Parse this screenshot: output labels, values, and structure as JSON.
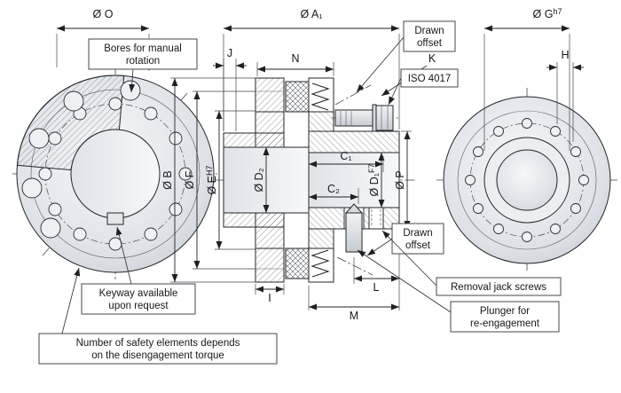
{
  "title": "Safety coupling technical drawing",
  "colors": {
    "line": "#23262a",
    "metal_light": "#f3f5f7",
    "metal_dark": "#c7ccd2",
    "hatch": "#5f656c",
    "background": "#ffffff"
  },
  "dims": {
    "o": "Ø O",
    "a1": "Ø A₁",
    "g_base": "Ø G",
    "g_sup": "h7",
    "b": "Ø B",
    "f": "Ø F",
    "e_base": "Ø E",
    "e_sup": "H7",
    "d2": "Ø D₂",
    "d1_base": "Ø D₁",
    "d1_sup": "F7",
    "p": "Ø P",
    "c1": "C₁",
    "c2": "C₂",
    "j": "J",
    "n": "N",
    "k": "K",
    "h": "H",
    "i": "I",
    "l": "L",
    "m": "M"
  },
  "callouts": {
    "bores_line1": "Bores for manual",
    "bores_line2": "rotation",
    "drawn_offset_top_line1": "Drawn",
    "drawn_offset_top_line2": "offset",
    "iso": "ISO 4017",
    "drawn_offset_bottom_line1": "Drawn",
    "drawn_offset_bottom_line2": "offset",
    "removal": "Removal jack screws",
    "plunger_line1": "Plunger for",
    "plunger_line2": "re-engagement",
    "keyway_line1": "Keyway available",
    "keyway_line2": "upon request",
    "safety_line1": "Number of safety elements depends",
    "safety_line2": "on the disengagement torque"
  }
}
